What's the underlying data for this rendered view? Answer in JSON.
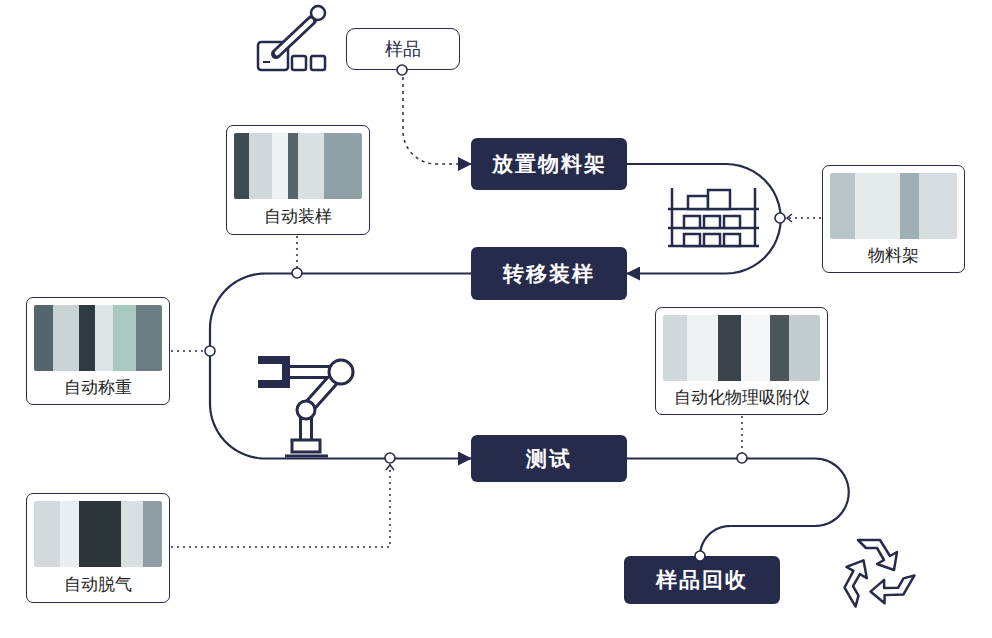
{
  "diagram": {
    "nodes": [
      {
        "text": [
          "样品"
        ]
      },
      {
        "text": [
          "自动装样"
        ]
      },
      {
        "text": [
          "放置物料架"
        ]
      },
      {
        "text": [
          "物料架"
        ]
      },
      {
        "text": [
          "转移装样"
        ]
      },
      {
        "text": [
          "自动称重"
        ]
      },
      {
        "text": [
          "自动化物理吸附仪"
        ]
      },
      {
        "text": [
          "测试"
        ]
      },
      {
        "text": [
          "自动脱气"
        ]
      },
      {
        "text": [
          "样品回收"
        ]
      }
    ],
    "edges": [
      {
        "from": 0,
        "to": 2,
        "arrow": "to"
      },
      {
        "from": 2,
        "to": 4,
        "arrow": "to"
      },
      {
        "from": 4,
        "to": 7,
        "arrow": "to"
      },
      {
        "from": 7,
        "to": 9,
        "arrow": "none"
      }
    ]
  }
}
